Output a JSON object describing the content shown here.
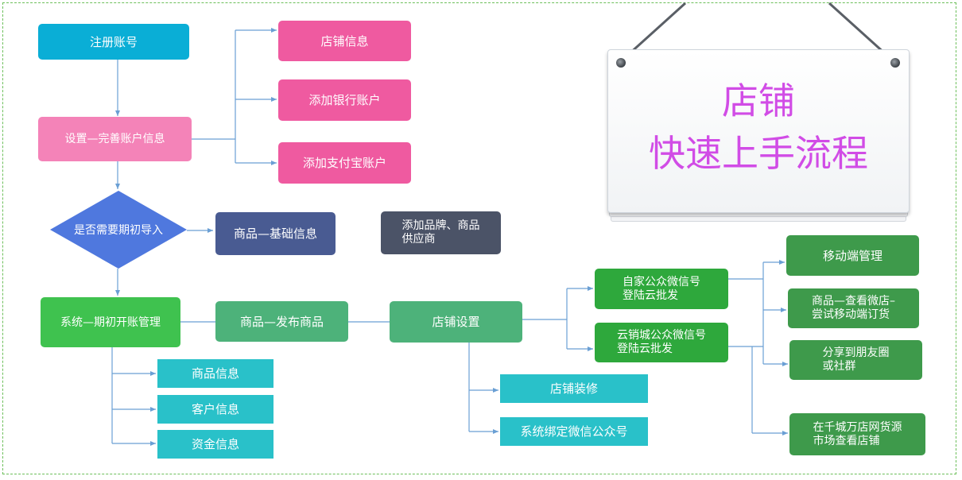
{
  "sign": {
    "line1": "店铺",
    "line2": "快速上手流程"
  },
  "nodes": {
    "register": "注册账号",
    "setup_account": "设置—完善账户信息",
    "store_info": "店铺信息",
    "add_bank": "添加银行账户",
    "add_alipay": "添加支付宝账户",
    "need_import": "是否需要期初导入",
    "goods_basic": "商品—基础信息",
    "brand_supplier": "添加品牌、商品\n供应商",
    "opening_manage": "系统—期初开账管理",
    "publish_goods": "商品—发布商品",
    "store_settings": "店铺设置",
    "own_wechat": "自家公众微信号\n登陆云批发",
    "cloud_wechat": "云销城公众微信号\n登陆云批发",
    "mobile_manage": "移动端管理",
    "view_microstore": "商品—查看微店–\n尝试移动端订货",
    "share_moments": "分享到朋友圈\n或社群",
    "view_market": "在千城万店网货源\n市场查看店铺",
    "goods_info": "商品信息",
    "customer_info": "客户信息",
    "fund_info": "资金信息",
    "store_decor": "店铺装修",
    "bind_wechat": "系统绑定微信公众号"
  },
  "colors": {
    "connector": "#6a9fd4",
    "diamond": "#4f78de",
    "sign_text": "#d14ce6"
  }
}
